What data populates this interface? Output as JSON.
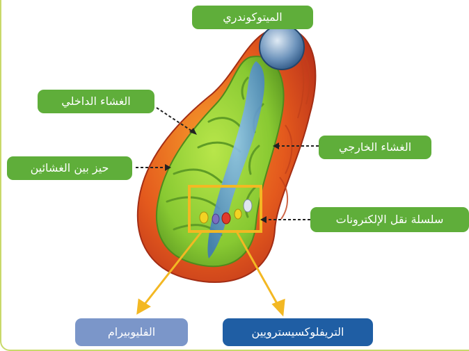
{
  "title": "الميتوكوندري",
  "labels": {
    "inner_membrane": "الغشاء الداخلي",
    "outer_membrane": "الغشاء الخارجي",
    "intermembrane_space": "حيز بين الغشائين",
    "electron_transport_chain": "سلسلة نقل الإلكترونات",
    "flavin": "الفليوبيرام",
    "triflo": "التريفلوكسيسترويين"
  },
  "colors": {
    "label_green": "#5fae3a",
    "label_blue_dark": "#1f5ea4",
    "label_blue_light": "#7b96c9",
    "highlight_box": "#f3b823",
    "outer_membrane": "#e2501f",
    "inner_membrane": "#8fcf3a",
    "matrix": "#4a8bc9"
  }
}
